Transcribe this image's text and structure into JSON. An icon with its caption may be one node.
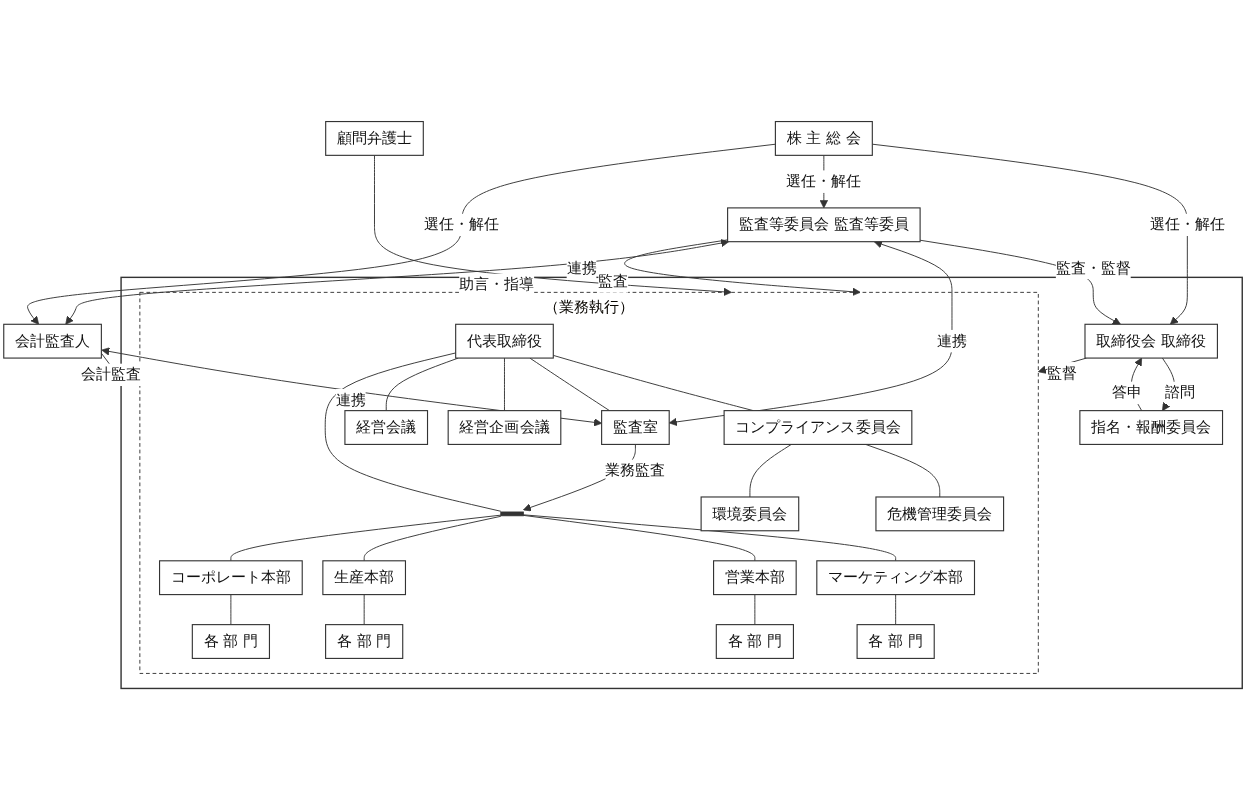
{
  "diagram": {
    "nodes": [
      {
        "text": [
          "株 主 総 会"
        ]
      },
      {
        "text": [],
        "shape": "box"
      },
      {
        "text": [
          "指名・報酬委員会"
        ],
        "in": 1
      },
      {
        "text": [
          "取締役会 取締役"
        ],
        "in": 1
      },
      {
        "text": [
          "（業務執行）"
        ],
        "in": 1
      },
      {
        "text": [
          "コンプライアンス委員会"
        ],
        "in": 4
      },
      {
        "text": [
          "代表取締役"
        ],
        "in": 4
      },
      {
        "text": [
          "監査室"
        ],
        "in": 4
      },
      {
        "text": [
          "危機管理委員会"
        ],
        "in": 4
      },
      {
        "text": [
          "環境委員会"
        ],
        "in": 4
      },
      {
        "text": [
          "経営企画会議"
        ],
        "in": 4
      },
      {
        "text": [
          "経営会議"
        ],
        "in": 4
      },
      {
        "text": [
          "マーケティング本部"
        ],
        "in": 4
      },
      {
        "text": [
          "営業本部"
        ],
        "in": 4
      },
      {
        "text": [
          "生産本部"
        ],
        "in": 4
      },
      {
        "text": [
          "コーポレート本部"
        ],
        "in": 4
      },
      {
        "text": [
          "各 部 門"
        ],
        "in": 4
      },
      {
        "text": [
          "各 部 門"
        ],
        "in": 4
      },
      {
        "text": [
          "各 部 門"
        ],
        "in": 4
      },
      {
        "text": [
          "各 部 門"
        ],
        "in": 4
      },
      {
        "text": [
          "監査等委員会 監査等委員"
        ]
      },
      {
        "text": [
          "会計監査人"
        ]
      },
      {
        "text": [
          "顧問弁護士"
        ]
      },
      {
        "text": [],
        "shape": "bar",
        "in": 4
      }
    ],
    "edges": [
      {
        "from": 0,
        "to": 3,
        "arrow": "to",
        "label": "選任・解任"
      },
      {
        "from": 0,
        "to": 20,
        "arrow": "to",
        "label": "選任・解任"
      },
      {
        "from": 0,
        "to": 21,
        "arrow": "to",
        "label": "選任・解任"
      },
      {
        "from": 3,
        "to": 2,
        "arrow": "to",
        "label": "諮問"
      },
      {
        "from": 2,
        "to": 3,
        "arrow": "to",
        "label": "答申"
      },
      {
        "from": 20,
        "to": 3,
        "arrow": "to",
        "label": "監査・監督"
      },
      {
        "from": 3,
        "to": 4,
        "arrow": "to",
        "label": "監督"
      },
      {
        "from": 20,
        "to": 7,
        "arrow": "both",
        "label": "連携"
      },
      {
        "from": 20,
        "to": 4,
        "arrow": "to",
        "label": "監査"
      },
      {
        "from": 20,
        "to": 21,
        "arrow": "both",
        "label": "連携"
      },
      {
        "from": 21,
        "to": 7,
        "arrow": "both",
        "label": "連携"
      },
      {
        "from": 21,
        "to": 1,
        "arrow": "to",
        "label": "会計監査"
      },
      {
        "from": 22,
        "to": 4,
        "arrow": "to",
        "label": "助言・指導"
      },
      {
        "from": 6,
        "to": 5,
        "arrow": "none"
      },
      {
        "from": 6,
        "to": 7,
        "arrow": "none"
      },
      {
        "from": 5,
        "to": 8,
        "arrow": "none"
      },
      {
        "from": 5,
        "to": 9,
        "arrow": "none"
      },
      {
        "from": 6,
        "to": 10,
        "arrow": "none"
      },
      {
        "from": 6,
        "to": 11,
        "arrow": "none"
      },
      {
        "from": 6,
        "to": 23,
        "arrow": "none"
      },
      {
        "from": 7,
        "to": 23,
        "arrow": "to",
        "label": "業務監査"
      },
      {
        "from": 23,
        "to": 12,
        "arrow": "none"
      },
      {
        "from": 23,
        "to": 13,
        "arrow": "none"
      },
      {
        "from": 23,
        "to": 14,
        "arrow": "none"
      },
      {
        "from": 23,
        "to": 15,
        "arrow": "none"
      },
      {
        "from": 12,
        "to": 16,
        "arrow": "none"
      },
      {
        "from": 13,
        "to": 17,
        "arrow": "none"
      },
      {
        "from": 14,
        "to": 18,
        "arrow": "none"
      },
      {
        "from": 15,
        "to": 19,
        "arrow": "none"
      }
    ]
  }
}
